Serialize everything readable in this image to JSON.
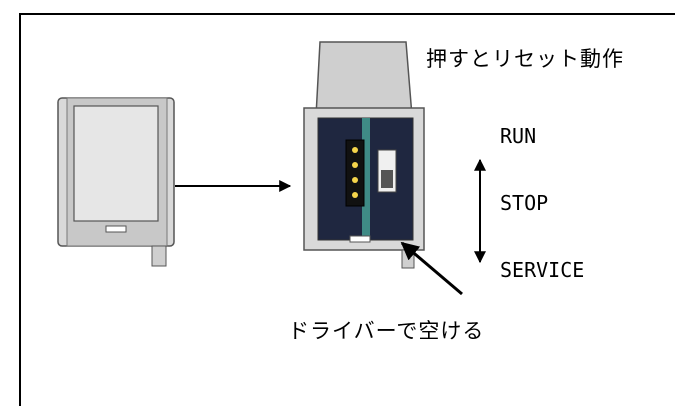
{
  "labels": {
    "reset": "押すとリセット動作",
    "run": "RUN",
    "stop": "STOP",
    "service": "SERVICE",
    "driver": "ドライバーで空ける"
  },
  "icons": {
    "device_closed": "device-closed-icon",
    "device_open": "device-open-icon",
    "arrow": "right-arrow-icon",
    "pointer": "pointer-arrow-icon",
    "switch_arrow": "double-arrow-icon"
  },
  "colors": {
    "frame_border": "#000000",
    "device_body": "#d7d7d7",
    "panel": "#1f2740",
    "teal_strip": "#3f8b86",
    "terminal": "#f4d44b"
  }
}
